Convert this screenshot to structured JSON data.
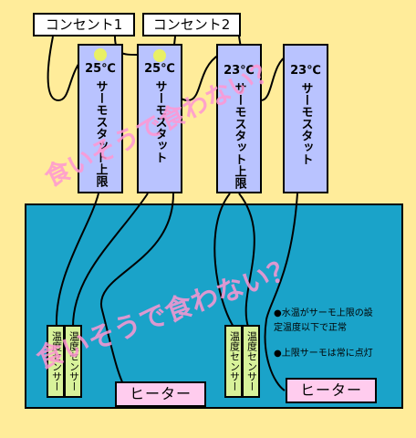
{
  "outlets": [
    {
      "label": "コンセント1"
    },
    {
      "label": "コンセント2"
    }
  ],
  "thermostats": [
    {
      "temp": "25℃",
      "label": "サーモスタット上限",
      "lamp": true
    },
    {
      "temp": "25℃",
      "label": "サーモスタット",
      "lamp": true
    },
    {
      "temp": "23℃",
      "label": "サーモスタット上限",
      "lamp": false
    },
    {
      "temp": "23℃",
      "label": "サーモスタット",
      "lamp": false
    }
  ],
  "sensors": [
    {
      "label": "温度センサー"
    },
    {
      "label": "温度センサー"
    },
    {
      "label": "温度センサー"
    },
    {
      "label": "温度センサー"
    }
  ],
  "heaters": [
    {
      "label": "ヒーター"
    },
    {
      "label": "ヒーター"
    }
  ],
  "notes": {
    "line1": "●水温がサーモ上限の設",
    "line2": "定温度以下で正常",
    "line3": "●上限サーモは常に点灯"
  },
  "watermarks": {
    "top": "食いそうで食わない？",
    "middle": "食いそうで食わない？"
  },
  "colors": {
    "background": "#FFEC9A",
    "water": "#1AA3C9",
    "thermostat": "#B9C3FF",
    "sensor": "#D8F29A",
    "heater": "#FFCCEE",
    "lamp": "#E9F064",
    "watermark": "#FF96D2"
  }
}
